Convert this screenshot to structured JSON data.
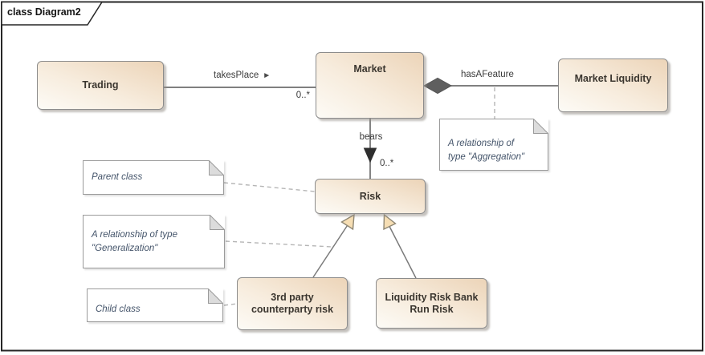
{
  "frame": {
    "label": "class Diagram2"
  },
  "classes": {
    "trading": {
      "name": "Trading"
    },
    "market": {
      "name": "Market"
    },
    "market_liquidity": {
      "name": "Market Liquidity"
    },
    "risk": {
      "name": "Risk"
    },
    "third_party": {
      "name": "3rd party counterparty risk"
    },
    "liquidity_risk": {
      "name": "Liquidity Risk Bank Run Risk"
    }
  },
  "associations": {
    "takes_place": {
      "name": "takesPlace",
      "arrow": "►",
      "target_multiplicity": "0..*"
    },
    "bears": {
      "name": "bears",
      "target_multiplicity": "0..*"
    },
    "has_a_feature": {
      "name": "hasAFeature"
    }
  },
  "notes": {
    "parent": {
      "text": "Parent class"
    },
    "generalization": {
      "text": "A relationship of type \"Generalization\""
    },
    "child": {
      "text": "Child class"
    },
    "aggregation": {
      "text": "A relationship of ­type \"Aggregation\""
    }
  },
  "colors": {
    "class_fill_light": "#fdfbf6",
    "class_fill_dark": "#ecd4b8",
    "class_border": "#8c8c8c",
    "class_text": "#3b362f",
    "edge_line": "#6e6e6e",
    "note_connector": "#b5b5b5",
    "note_text": "#44546a",
    "note_border": "#9b9b9b",
    "aggregation_diamond": "#5f5f5f",
    "generalization_arrow_fill": "#f6deb4",
    "generalization_arrow_stroke": "#8f8774",
    "frame_border": "#262626"
  }
}
